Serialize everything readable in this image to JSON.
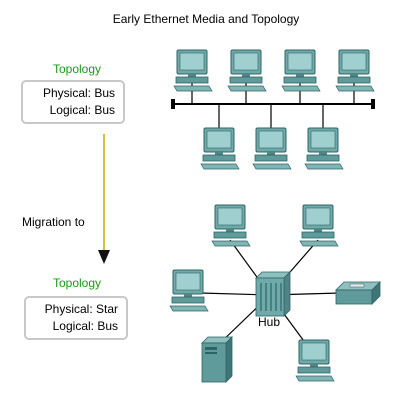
{
  "title": "Early Ethernet Media and Topology",
  "upper": {
    "label": "Topology",
    "physical": "Physical: Bus",
    "logical": "Logical: Bus"
  },
  "migration": "Migration to",
  "lower": {
    "label": "Topology",
    "physical": "Physical: Star",
    "logical": "Logical: Bus"
  },
  "hub_label": "Hub",
  "colors": {
    "topology_label": "#1a9a1a",
    "arrow": "#d6c33a",
    "device": "#5f9b9b",
    "box_border": "#c8c8c8"
  },
  "icons": [
    "workstation-icon",
    "hub-icon",
    "printer-icon",
    "server-icon"
  ]
}
